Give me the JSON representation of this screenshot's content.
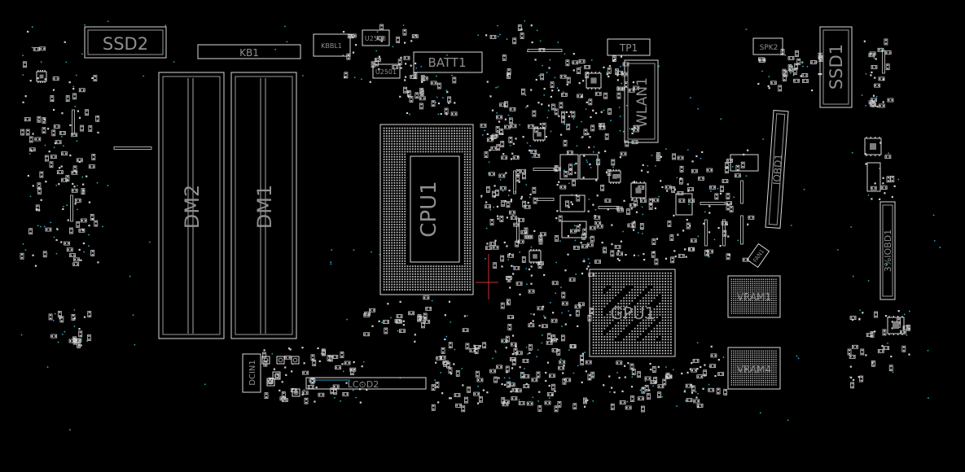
{
  "viewer": {
    "background_color": "#000000",
    "outline_color": "#d8d8d8",
    "label_color": "#8e8e8e",
    "via_color": "#2aa9c9",
    "marker_color": "#c83232"
  },
  "components": {
    "ssd2": "SSD2",
    "kb1": "KB1",
    "kbbl1": "KBBL1",
    "u2503": "U2503",
    "u2501": "U2501",
    "batt1": "BATT1",
    "tp1": "TP1",
    "wlan1": "WLAN1",
    "spk2": "SPK2",
    "ssd1": "SSD1",
    "dm2": "DM2",
    "dm1": "DM1",
    "cpu1": "CPU1",
    "iobd1": "IOBD1",
    "iobd1_secondary": "3%IOBD1",
    "fan1": "FAN1",
    "gpu1": "GPU1",
    "vram1": "VRAM1",
    "vram4": "VRAM4",
    "dcin1": "DCIN1",
    "lcd_connector": "LC⊙D2"
  }
}
